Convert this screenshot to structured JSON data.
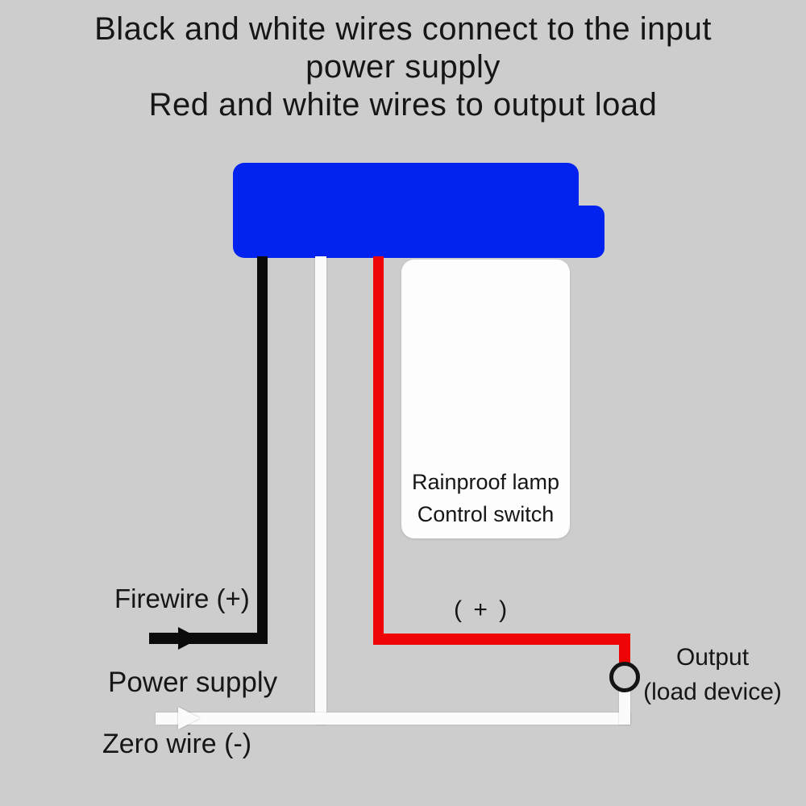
{
  "title": {
    "line1": "Black and white wires connect to the input",
    "line2": "power supply",
    "line3": "Red and white wires to output load"
  },
  "switch_box": {
    "line1": "Rainproof lamp",
    "line2": "Control switch"
  },
  "labels": {
    "firewire": "Firewire (+)",
    "power_supply": "Power supply",
    "zero_wire": "Zero wire (-)",
    "output_plus": "( + )",
    "output_line1": "Output",
    "output_line2": "(load device)"
  },
  "colors": {
    "background": "#cdcdcd",
    "device_blue": "#0222f0",
    "wire_black": "#0b0b0b",
    "wire_red": "#ee0404",
    "wire_white": "#fbfbfb",
    "text": "#161616"
  }
}
